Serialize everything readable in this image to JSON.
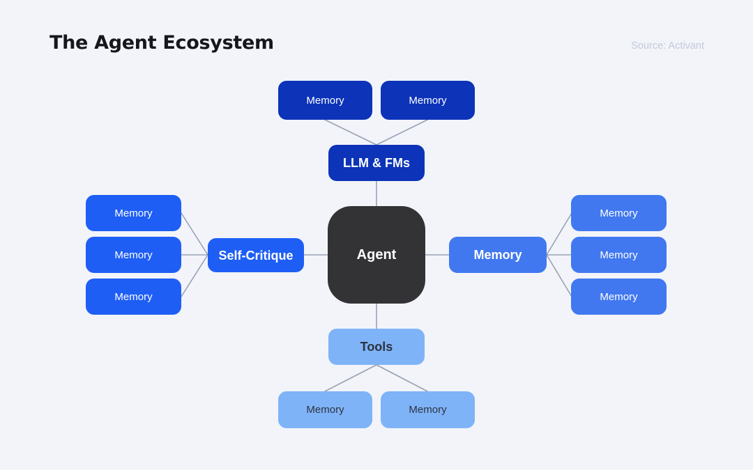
{
  "header": {
    "title": "The Agent Ecosystem",
    "source": "Source: Activant"
  },
  "colors": {
    "background": "#f2f4f9",
    "navy": "#0c33b8",
    "royal": "#1e5ef5",
    "medium": "#4178f0",
    "sky": "#7fb3f7",
    "dark": "#333336",
    "connector": "#98a1b5",
    "title": "#15171c",
    "source": "#c3c9da"
  },
  "diagram": {
    "center": {
      "label": "Agent"
    },
    "top": {
      "hub": {
        "label": "LLM & FMs"
      },
      "leaves": [
        {
          "label": "Memory"
        },
        {
          "label": "Memory"
        }
      ]
    },
    "left": {
      "hub": {
        "label": "Self-Critique"
      },
      "leaves": [
        {
          "label": "Memory"
        },
        {
          "label": "Memory"
        },
        {
          "label": "Memory"
        }
      ]
    },
    "right": {
      "hub": {
        "label": "Memory"
      },
      "leaves": [
        {
          "label": "Memory"
        },
        {
          "label": "Memory"
        },
        {
          "label": "Memory"
        }
      ]
    },
    "bottom": {
      "hub": {
        "label": "Tools"
      },
      "leaves": [
        {
          "label": "Memory"
        },
        {
          "label": "Memory"
        }
      ]
    }
  }
}
